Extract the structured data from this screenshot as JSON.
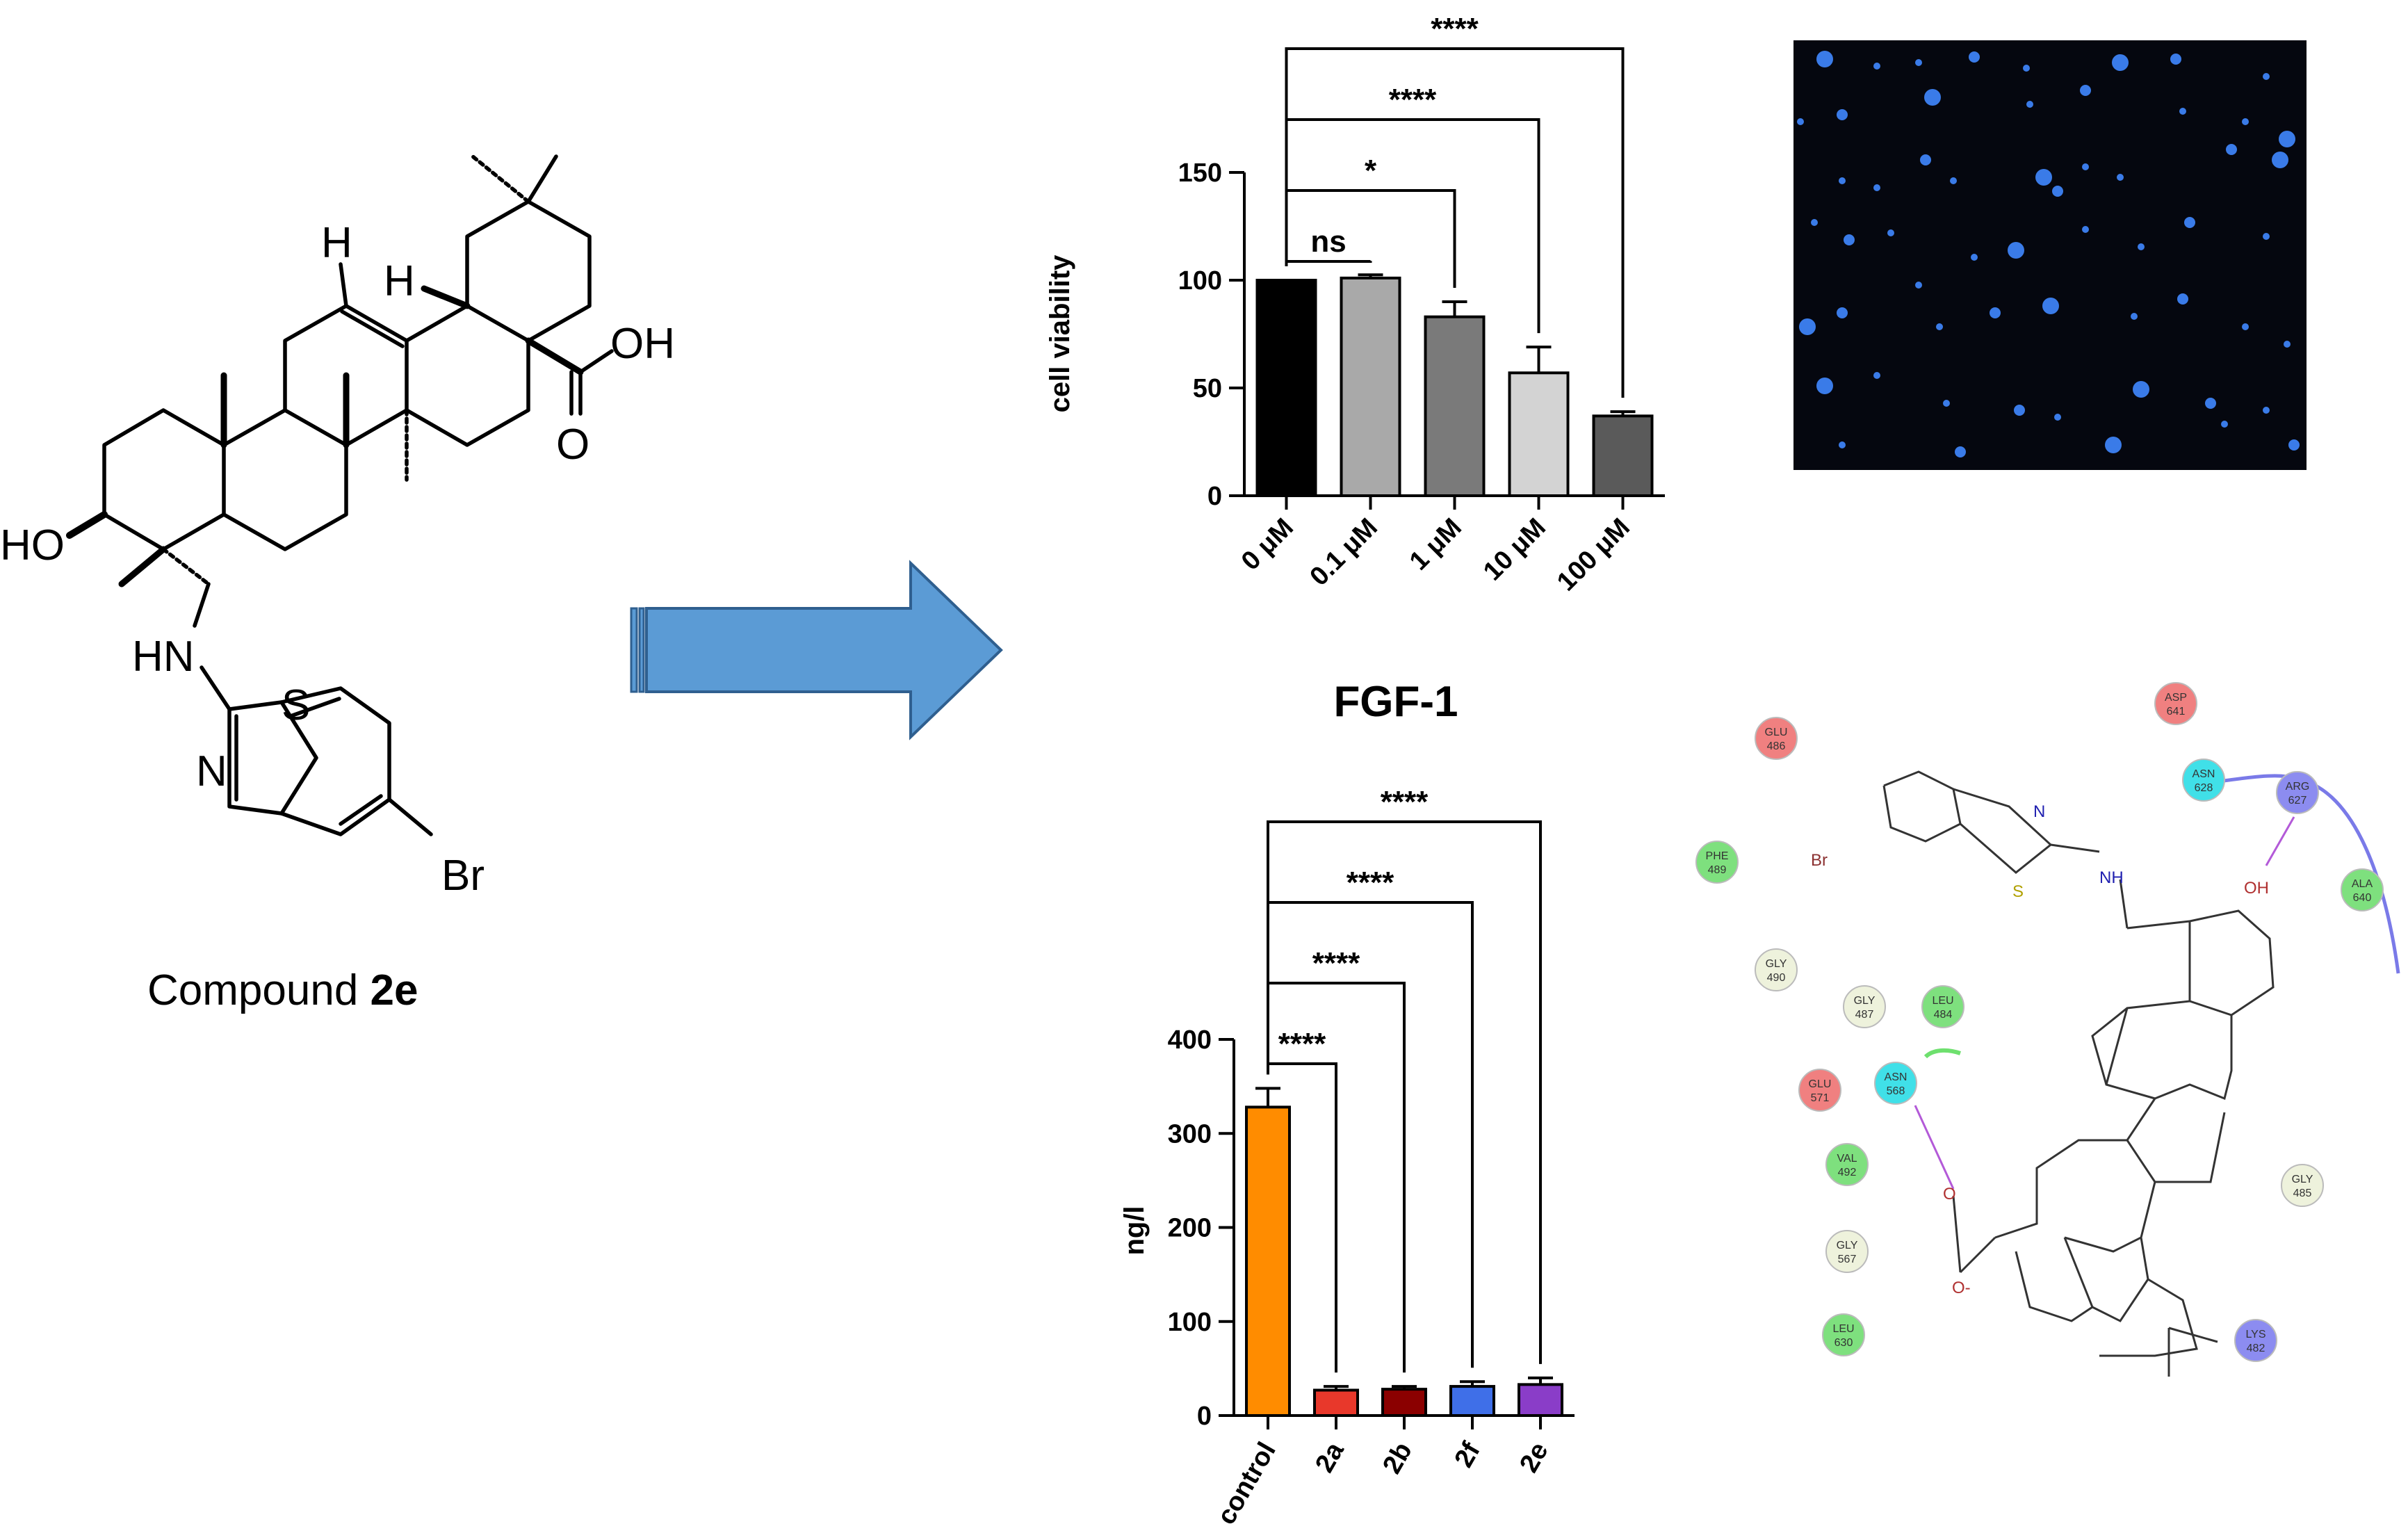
{
  "compound": {
    "caption_prefix": "Compound ",
    "caption_bold": "2e",
    "atoms": {
      "h_top": "H",
      "h_mid": "H",
      "oh_acid": "OH",
      "o_acid": "O",
      "ho": "HO",
      "hn": "HN",
      "s": "S",
      "n": "N",
      "br": "Br"
    }
  },
  "chart_data": [
    {
      "type": "bar",
      "title": "",
      "xlabel": "",
      "ylabel": "cell viability",
      "categories": [
        "0 μM",
        "0.1 μM",
        "1 μM",
        "10 μM",
        "100 μM"
      ],
      "values": [
        100,
        101,
        83,
        57,
        37
      ],
      "errors": [
        0,
        1.5,
        7,
        12,
        2
      ],
      "colors": [
        "#000000",
        "#a9a9a9",
        "#7a7a7a",
        "#d3d3d3",
        "#5a5a5a"
      ],
      "ylim": [
        0,
        150
      ],
      "yticks": [
        0,
        50,
        100,
        150
      ],
      "grid": false,
      "significance": [
        {
          "from": 0,
          "to": 1,
          "label": "ns"
        },
        {
          "from": 0,
          "to": 2,
          "label": "*"
        },
        {
          "from": 0,
          "to": 3,
          "label": "****"
        },
        {
          "from": 0,
          "to": 4,
          "label": "****"
        }
      ]
    },
    {
      "type": "bar",
      "title": "FGF-1",
      "xlabel": "",
      "ylabel": "ng/l",
      "categories": [
        "control",
        "2a",
        "2b",
        "2f",
        "2e"
      ],
      "values": [
        328,
        27,
        28,
        31,
        33
      ],
      "errors": [
        20,
        4,
        3,
        5,
        7
      ],
      "colors": [
        "#ff8c00",
        "#e8382b",
        "#8b0000",
        "#3f6fe8",
        "#8a3dc8"
      ],
      "ylim": [
        0,
        400
      ],
      "yticks": [
        0,
        100,
        200,
        300,
        400
      ],
      "grid": false,
      "significance": [
        {
          "from": 0,
          "to": 1,
          "label": "****"
        },
        {
          "from": 0,
          "to": 2,
          "label": "****"
        },
        {
          "from": 0,
          "to": 3,
          "label": "****"
        },
        {
          "from": 0,
          "to": 4,
          "label": "****"
        }
      ]
    }
  ],
  "docking": {
    "residues": [
      {
        "name": "GLU",
        "num": "486",
        "color": "#f08080"
      },
      {
        "name": "ASP",
        "num": "641",
        "color": "#f08080"
      },
      {
        "name": "ASN",
        "num": "628",
        "color": "#40e0e8"
      },
      {
        "name": "ARG",
        "num": "627",
        "color": "#8c8cf0"
      },
      {
        "name": "PHE",
        "num": "489",
        "color": "#7ee07e"
      },
      {
        "name": "ALA",
        "num": "640",
        "color": "#7ee07e"
      },
      {
        "name": "GLY",
        "num": "490",
        "color": "#eef2dc"
      },
      {
        "name": "GLY",
        "num": "487",
        "color": "#eef2dc"
      },
      {
        "name": "LEU",
        "num": "484",
        "color": "#7ee07e"
      },
      {
        "name": "GLU",
        "num": "571",
        "color": "#f08080"
      },
      {
        "name": "ASN",
        "num": "568",
        "color": "#40e0e8"
      },
      {
        "name": "VAL",
        "num": "492",
        "color": "#7ee07e"
      },
      {
        "name": "GLY",
        "num": "485",
        "color": "#eef2dc"
      },
      {
        "name": "GLY",
        "num": "567",
        "color": "#eef2dc"
      },
      {
        "name": "LEU",
        "num": "630",
        "color": "#7ee07e"
      },
      {
        "name": "LYS",
        "num": "482",
        "color": "#8c8cf0"
      }
    ],
    "ligand_atoms": {
      "br": "Br",
      "s": "S",
      "n": "N",
      "nh": "NH",
      "oh": "OH",
      "o1": "O",
      "o2": "O-"
    }
  }
}
